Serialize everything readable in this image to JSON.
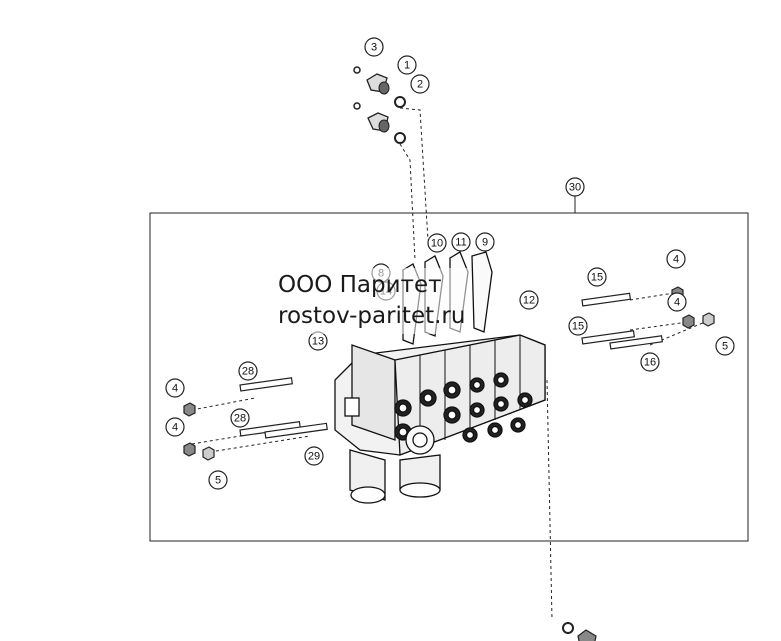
{
  "watermark": {
    "line1": "ООО Паритет",
    "line2": "rostov-paritet.ru"
  },
  "callouts": [
    "3",
    "1",
    "2",
    "30",
    "10",
    "11",
    "9",
    "8",
    "14",
    "12",
    "13",
    "15",
    "4",
    "15",
    "16",
    "5",
    "4",
    "28",
    "28",
    "29",
    "4",
    "5",
    "4"
  ]
}
